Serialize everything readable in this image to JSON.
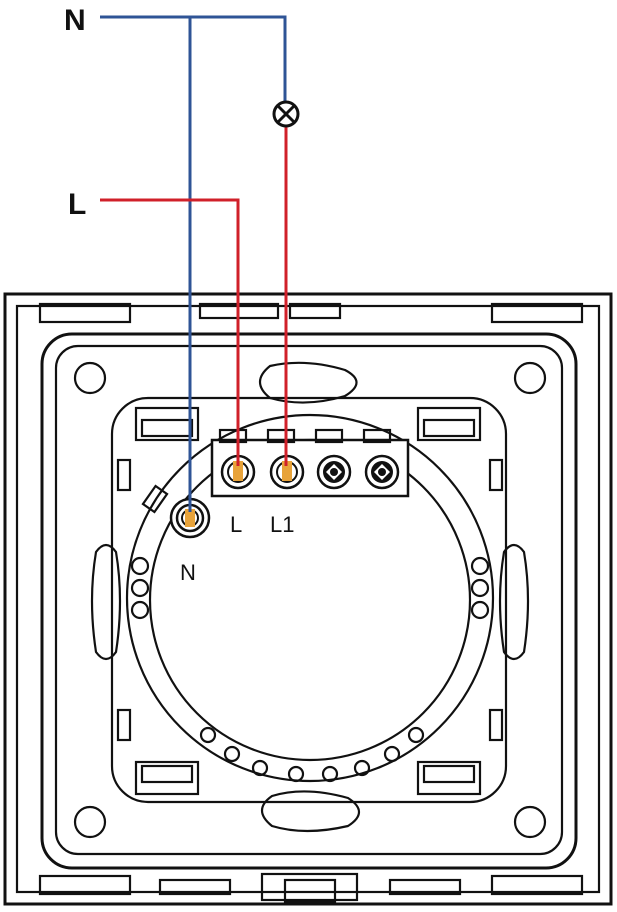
{
  "labels": {
    "neutral_supply": "N",
    "live_supply": "L",
    "terminal_live": "L",
    "terminal_load": "L1",
    "terminal_neutral": "N"
  },
  "colors": {
    "neutral_wire": "#2f5496",
    "live_wire": "#d0202a",
    "terminal_contact": "#e8a33a",
    "outline": "#111111",
    "background": "#ffffff"
  },
  "icons": {
    "lamp": "lamp-symbol-icon",
    "screw": "terminal-screw-icon"
  }
}
